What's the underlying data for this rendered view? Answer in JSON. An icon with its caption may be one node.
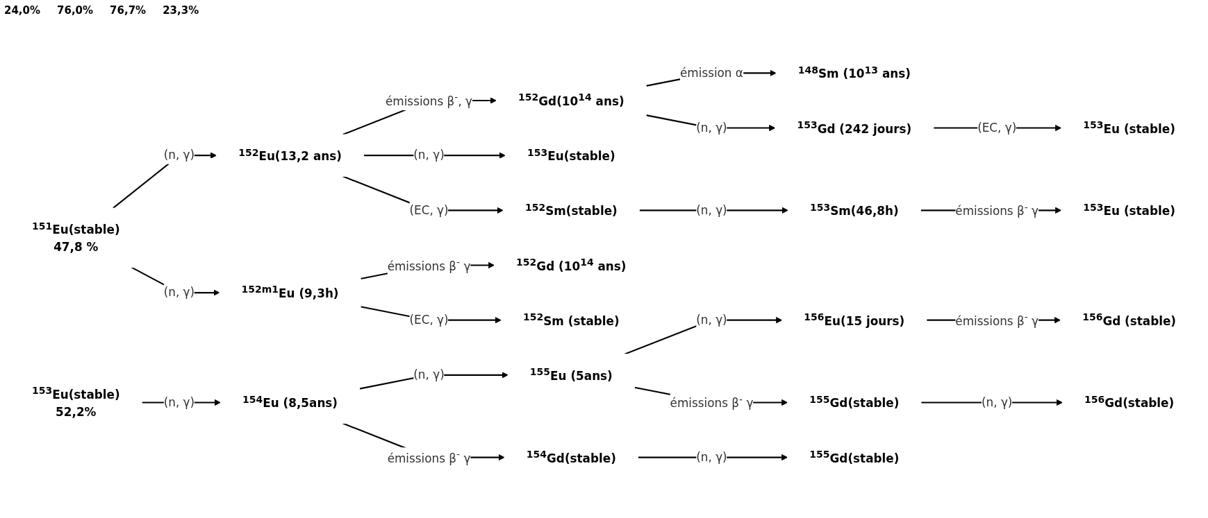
{
  "diagram": {
    "nodes": [
      {
        "text": [
          "$^{151}$Eu(stable)",
          "47,8 %"
        ]
      },
      {
        "text": [
          "$^{152}$Eu(13,2 ans)"
        ]
      },
      {
        "text": [
          "$^{152m1}$Eu (9,3h)"
        ]
      },
      {
        "text": [
          "$^{152}$Gd(10$^{14}$ ans)"
        ]
      },
      {
        "text": [
          "$^{153}$Eu(stable)"
        ]
      },
      {
        "text": [
          "$^{152}$Sm(stable)"
        ]
      },
      {
        "text": [
          "$^{148}$Sm (10$^{13}$ ans)"
        ]
      },
      {
        "text": [
          "$^{153}$Gd (242 jours)"
        ]
      },
      {
        "text": [
          "$^{153}$Eu (stable)"
        ]
      },
      {
        "text": [
          "$^{153}$Sm(46,8h)"
        ]
      },
      {
        "text": [
          "$^{153}$Eu (stable)"
        ]
      },
      {
        "text": [
          "$^{152}$Gd (10$^{14}$ ans)"
        ]
      },
      {
        "text": [
          "$^{152}$Sm (stable)"
        ]
      },
      {
        "text": [
          "$^{153}$Eu(stable)",
          "52,2%"
        ]
      },
      {
        "text": [
          "$^{154}$Eu (8,5ans)"
        ]
      },
      {
        "text": [
          "$^{155}$Eu (5ans)"
        ]
      },
      {
        "text": [
          "$^{154}$Gd(stable)"
        ]
      },
      {
        "text": [
          "$^{156}$Eu(15 jours)"
        ]
      },
      {
        "text": [
          "$^{156}$Gd (stable)"
        ]
      },
      {
        "text": [
          "$^{155}$Gd(stable)"
        ]
      },
      {
        "text": [
          "$^{156}$Gd(stable)"
        ]
      },
      {
        "text": [
          "$^{155}$Gd(stable)"
        ]
      }
    ],
    "edges": [
      {
        "from": 0,
        "to": 1,
        "arrow": "to",
        "label": "(n, γ)"
      },
      {
        "from": 0,
        "to": 2,
        "arrow": "to",
        "label": "(n, γ)"
      },
      {
        "from": 1,
        "to": 3,
        "arrow": "to",
        "label": "émissions β$^{-}$, γ"
      },
      {
        "from": 1,
        "to": 4,
        "arrow": "to",
        "label": "(n, γ)"
      },
      {
        "from": 1,
        "to": 5,
        "arrow": "to",
        "label": "(EC, γ)"
      },
      {
        "from": 3,
        "to": 6,
        "arrow": "to",
        "label": "émission α"
      },
      {
        "from": 3,
        "to": 7,
        "arrow": "to",
        "label": "(n, γ)"
      },
      {
        "from": 7,
        "to": 8,
        "arrow": "to",
        "label": "(EC, γ)"
      },
      {
        "from": 5,
        "to": 9,
        "arrow": "to",
        "label": "(n, γ)"
      },
      {
        "from": 9,
        "to": 10,
        "arrow": "to",
        "label": "émissions β$^{-}$ γ"
      },
      {
        "from": 2,
        "to": 11,
        "arrow": "to",
        "label": "émissions β$^{-}$ γ"
      },
      {
        "from": 2,
        "to": 12,
        "arrow": "to",
        "label": "(EC, γ)"
      },
      {
        "from": 13,
        "to": 14,
        "arrow": "to",
        "label": "(n, γ)"
      },
      {
        "from": 14,
        "to": 15,
        "arrow": "to",
        "label": "(n, γ)"
      },
      {
        "from": 14,
        "to": 16,
        "arrow": "to",
        "label": "émissions β$^{-}$ γ"
      },
      {
        "from": 16,
        "to": 21,
        "arrow": "to",
        "label": "(n, γ)"
      },
      {
        "from": 15,
        "to": 17,
        "arrow": "to",
        "label": "(n, γ)"
      },
      {
        "from": 17,
        "to": 18,
        "arrow": "to",
        "label": "émissions β$^{-}$ γ"
      },
      {
        "from": 15,
        "to": 19,
        "arrow": "to",
        "label": "émissions β$^{-}$ γ"
      },
      {
        "from": 19,
        "to": 20,
        "arrow": "to",
        "label": "(n, γ)"
      }
    ],
    "labels": [
      "24,0%",
      "76,0%",
      "76,7%",
      "23,3%"
    ]
  }
}
